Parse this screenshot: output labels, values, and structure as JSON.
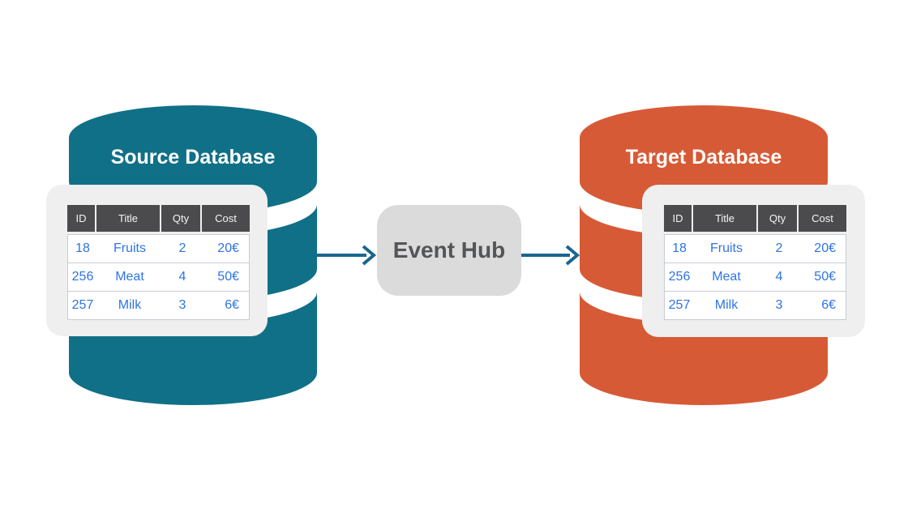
{
  "colors": {
    "teal": "#107087",
    "orange": "#D75A36",
    "arrow": "#1A6590",
    "card_bg": "#EFEFEF",
    "hub_bg": "#DBDBDB",
    "hub_text": "#535558",
    "header_bg": "#4B4B4D",
    "header_text": "#F5F5F5",
    "cell_text": "#2E74E4",
    "table_border": "#C6CCD4",
    "title_text": "#FFFFFF"
  },
  "source": {
    "title": "Source Database"
  },
  "target": {
    "title": "Target Database"
  },
  "hub": {
    "label": "Event Hub"
  },
  "table": {
    "headers": [
      "ID",
      "Title",
      "Qty",
      "Cost"
    ],
    "rows": [
      [
        "18",
        "Fruits",
        "2",
        "20€"
      ],
      [
        "256",
        "Meat",
        "4",
        "50€"
      ],
      [
        "257",
        "Milk",
        "3",
        "6€"
      ]
    ]
  }
}
